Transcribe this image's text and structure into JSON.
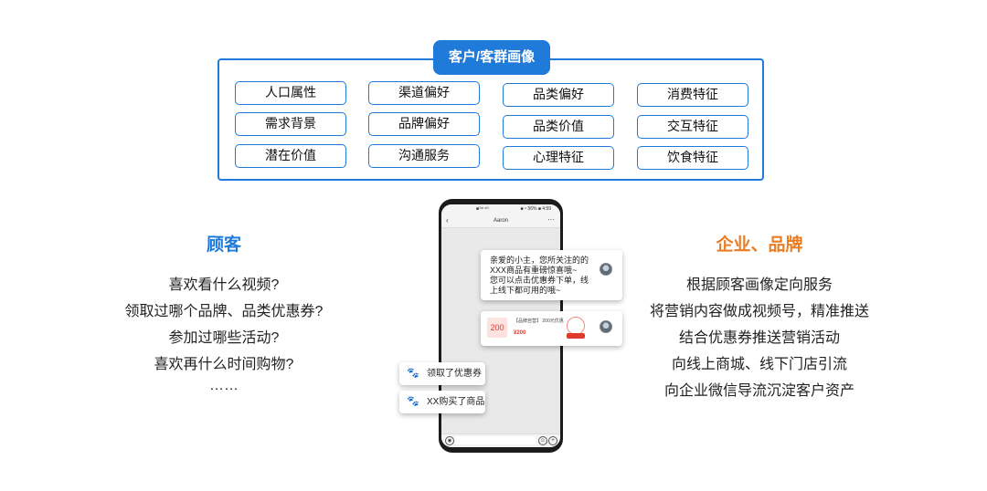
{
  "profile": {
    "title": "客户/客群画像",
    "tags": [
      [
        "人口属性",
        "渠道偏好",
        "品类偏好",
        "消费特征"
      ],
      [
        "需求背景",
        "品牌偏好",
        "品类价值",
        "交互特征"
      ],
      [
        "潜在价值",
        "沟通服务",
        "心理特征",
        "饮食特征"
      ]
    ]
  },
  "customer": {
    "title": "顾客",
    "lines": [
      "喜欢看什么视频?",
      "领取过哪个品牌、品类优惠券?",
      "参加过哪些活动?",
      "喜欢再什么时间购物?",
      "……"
    ]
  },
  "brand": {
    "title": "企业、品牌",
    "lines": [
      "根据顾客画像定向服务",
      "将营销内容做成视频号，精准推送",
      "结合优惠券推送营销活动",
      "向线上商城、线下门店引流",
      "向企业微信导流沉淀客户资产"
    ]
  },
  "phone": {
    "contact_name": "Aaron",
    "status_left": "■ᵀᵃˡ ⁶ᴳ",
    "status_right": "■ ⁴ 56% ■ 4:59",
    "message_lines": [
      "亲爱的小主，您所关注的的",
      "XXX商品有重磅惊喜哦~",
      "您可以点击优惠券下单，线",
      "上线下都可用的哦~"
    ],
    "coupon_title": "【品牌自营】 200元优惠",
    "coupon_thumb": "200",
    "coupon_price": "¥200",
    "events": [
      "领取了优惠券",
      "XX购买了商品"
    ]
  },
  "colors": {
    "accent_blue": "#1f7ad9",
    "customer_title": "#1f7ad9",
    "brand_title": "#ec7c22"
  }
}
